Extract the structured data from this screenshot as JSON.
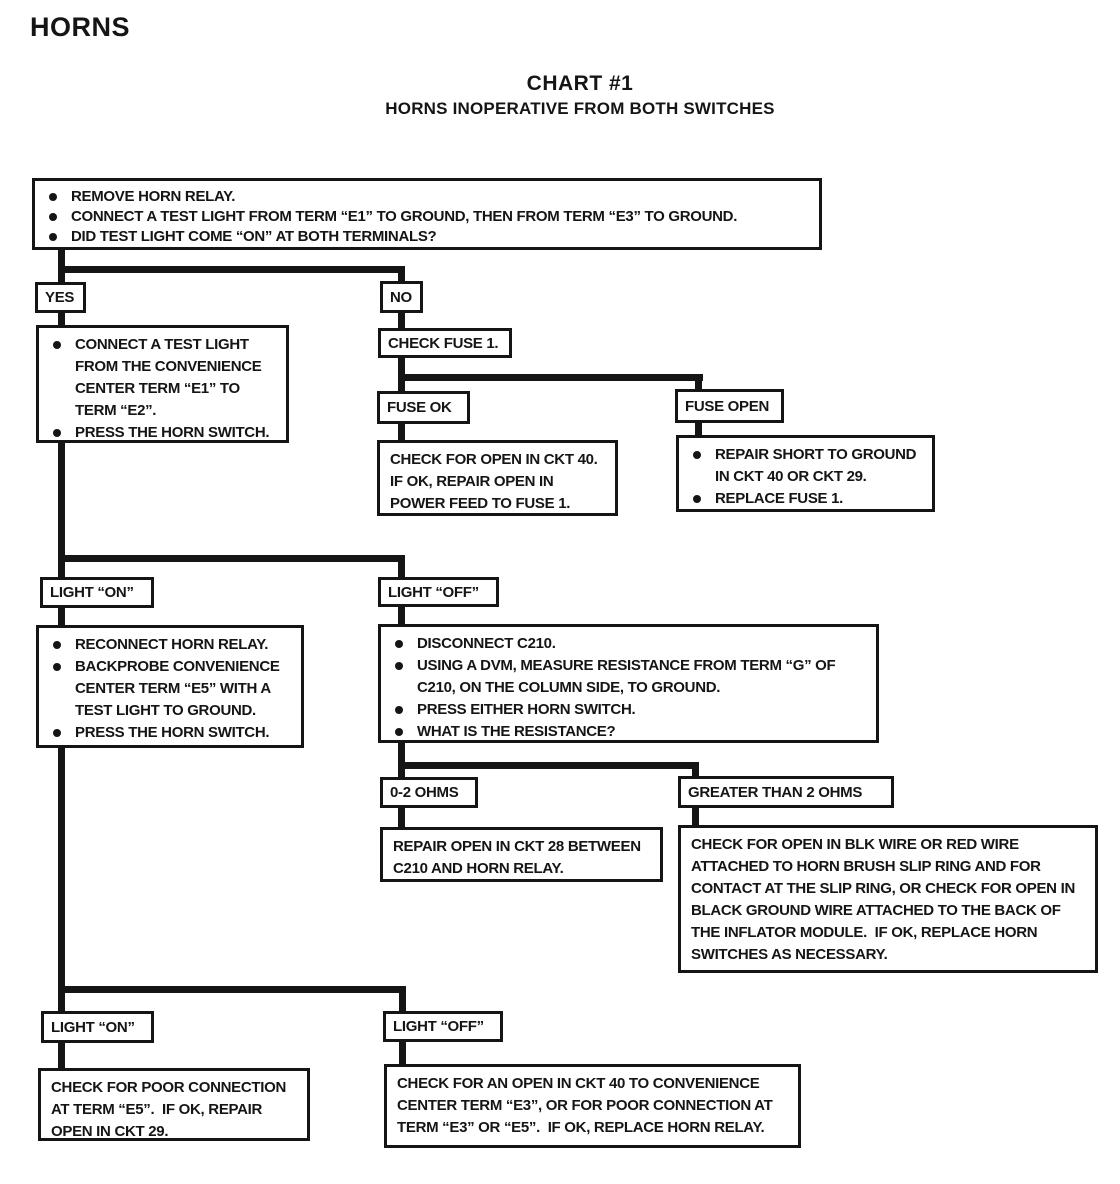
{
  "page": {
    "heading": "HORNS",
    "title": "CHART #1",
    "subtitle": "HORNS INOPERATIVE FROM BOTH SWITCHES"
  },
  "nodes": {
    "start": {
      "items": [
        "REMOVE HORN RELAY.",
        "CONNECT A TEST LIGHT FROM TERM “E1” TO GROUND, THEN FROM TERM “E3” TO GROUND.",
        "DID TEST LIGHT COME “ON” AT BOTH TERMINALS?"
      ]
    },
    "yes_label": "YES",
    "no_label": "NO",
    "yes_action": {
      "items": [
        "CONNECT A TEST LIGHT FROM THE CONVENIENCE CENTER TERM “E1” TO TERM “E2”.",
        "PRESS THE HORN SWITCH."
      ]
    },
    "check_fuse": "CHECK FUSE 1.",
    "fuse_ok_label": "FUSE OK",
    "fuse_open_label": "FUSE OPEN",
    "fuse_ok_action": {
      "lines": [
        "CHECK FOR OPEN IN CKT 40.",
        "IF OK, REPAIR OPEN IN",
        "POWER FEED TO FUSE 1."
      ]
    },
    "fuse_open_action": {
      "items": [
        "REPAIR SHORT TO GROUND IN CKT 40 OR CKT 29.",
        "REPLACE FUSE 1."
      ]
    },
    "light_on_mid_label": "LIGHT “ON”",
    "light_off_mid_label": "LIGHT “OFF”",
    "light_on_mid_action": {
      "items": [
        "RECONNECT HORN RELAY.",
        "BACKPROBE CONVENIENCE CENTER TERM “E5” WITH A TEST LIGHT TO GROUND.",
        "PRESS THE HORN SWITCH."
      ]
    },
    "light_off_mid_action": {
      "items": [
        "DISCONNECT C210.",
        "USING A DVM, MEASURE RESISTANCE FROM TERM “G” OF C210, ON THE COLUMN SIDE, TO GROUND.",
        "PRESS EITHER HORN SWITCH.",
        "WHAT IS THE RESISTANCE?"
      ]
    },
    "ohms_low_label": "0-2 OHMS",
    "ohms_high_label": "GREATER THAN 2 OHMS",
    "ohms_low_action": {
      "lines": [
        "REPAIR OPEN IN CKT 28 BETWEEN",
        "C210 AND HORN RELAY."
      ]
    },
    "ohms_high_action": {
      "lines": [
        "CHECK FOR OPEN IN BLK WIRE OR RED WIRE",
        "ATTACHED TO HORN BRUSH SLIP RING AND FOR",
        "CONTACT AT THE SLIP RING, OR CHECK FOR OPEN IN",
        "BLACK GROUND WIRE ATTACHED TO THE BACK OF",
        "THE INFLATOR MODULE.  IF OK, REPLACE HORN",
        "SWITCHES AS NECESSARY."
      ]
    },
    "light_on_bot_label": "LIGHT “ON”",
    "light_off_bot_label": "LIGHT “OFF”",
    "light_on_bot_action": {
      "lines": [
        "CHECK FOR POOR CONNECTION",
        "AT TERM “E5”.  IF OK, REPAIR",
        "OPEN IN CKT 29."
      ]
    },
    "light_off_bot_action": {
      "lines": [
        "CHECK FOR AN OPEN IN CKT 40 TO CONVENIENCE",
        "CENTER TERM “E3”, OR FOR POOR CONNECTION AT",
        "TERM “E3” OR “E5”.  IF OK, REPLACE HORN RELAY."
      ]
    }
  },
  "colors": {
    "ink": "#151515",
    "paper": "#ffffff"
  }
}
